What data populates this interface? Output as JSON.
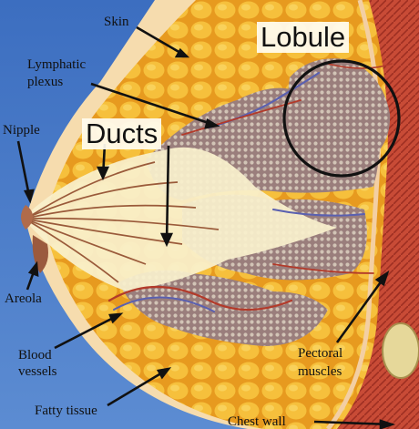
{
  "labels": {
    "skin": "Skin",
    "lobule": "Lobule",
    "lymphatic": [
      "Lymphatic",
      "plexus"
    ],
    "nipple": "Nipple",
    "ducts": "Ducts",
    "areola": "Areola",
    "blood": [
      "Blood",
      "vessels"
    ],
    "pectoral": [
      "Pectoral",
      "muscles"
    ],
    "fatty": "Fatty tissue",
    "chest": "Chest wall"
  },
  "colors": {
    "background": "#4f7fc8",
    "skin": "#f6dcae",
    "fat": "#f2b22e",
    "gland": "#9a7e7c",
    "duct_fill": "#f9f0cc",
    "muscle": "#c44a35",
    "vessel_blue": "#5a60b0",
    "vessel_red": "#b23a2a"
  }
}
